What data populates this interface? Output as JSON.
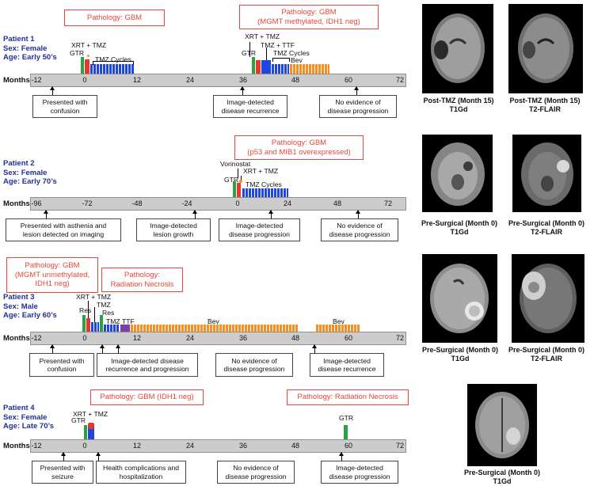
{
  "months_label": "Months",
  "patients": [
    {
      "info": [
        "Patient 1",
        "Sex: Female",
        "Age: Early 50’s"
      ],
      "ticks": [
        "-12",
        "0",
        "12",
        "24",
        "36",
        "48",
        "60",
        "72"
      ],
      "pathology": [
        [
          "Pathology: GBM"
        ],
        [
          "Pathology: GBM",
          "(MGMT methylated, IDH1 neg)"
        ]
      ],
      "treatments": [
        "GTR",
        "XRT + TMZ",
        "TMZ Cycles",
        "GTR",
        "XRT + TMZ",
        "TMZ + TTF",
        "TMZ Cycles",
        "Bev"
      ],
      "events": [
        [
          "Presented with",
          "confusion"
        ],
        [
          "Image-detected",
          "disease recurrence"
        ],
        [
          "No evidence of",
          "disease progression"
        ]
      ],
      "captions": [
        [
          "Post-TMZ (Month 15)",
          "T1Gd"
        ],
        [
          "Post-TMZ (Month 15)",
          "T2-FLAIR"
        ]
      ]
    },
    {
      "info": [
        "Patient 2",
        "Sex: Female",
        "Age: Early 70’s"
      ],
      "ticks": [
        "-96",
        "-72",
        "-48",
        "-24",
        "0",
        "24",
        "48",
        "72"
      ],
      "pathology": [
        [
          "Pathology: GBM",
          "(p53 and MIB1 overexpressed)"
        ]
      ],
      "treatments": [
        "Vorinostat",
        "XRT + TMZ",
        "GTR",
        "TMZ Cycles"
      ],
      "events": [
        [
          "Presented with asthenia and",
          "lesion detected on imaging"
        ],
        [
          "Image-detected",
          "lesion growth"
        ],
        [
          "Image-detected",
          "disease progression"
        ],
        [
          "No evidence of",
          "disease progression"
        ]
      ],
      "captions": [
        [
          "Pre-Surgical (Month 0)",
          "T1Gd"
        ],
        [
          "Pre-Surgical (Month 0)",
          "T2-FLAIR"
        ]
      ]
    },
    {
      "info": [
        "Patient 3",
        "Sex: Male",
        "Age: Early 60’s"
      ],
      "ticks": [
        "-12",
        "0",
        "12",
        "24",
        "36",
        "48",
        "60",
        "72"
      ],
      "pathology": [
        [
          "Pathology: GBM",
          "(MGMT unmethylated,",
          "IDH1 neg)"
        ],
        [
          "Pathology:",
          "Radiation Necrosis"
        ]
      ],
      "treatments": [
        "XRT + TMZ",
        "TMZ",
        "Res",
        "Res",
        "TMZ",
        "TTF",
        "Bev",
        "Bev"
      ],
      "events": [
        [
          "Presented with",
          "confusion"
        ],
        [
          "Image-detected disease",
          "recurrence and progression"
        ],
        [
          "No evidence of",
          "disease progression"
        ],
        [
          "Image-detected",
          "disease recurrence"
        ]
      ],
      "captions": [
        [
          "Pre-Surgical (Month 0)",
          "T1Gd"
        ],
        [
          "Pre-Surgical (Month 0)",
          "T2-FLAIR"
        ]
      ]
    },
    {
      "info": [
        "Patient 4",
        "Sex: Female",
        "Age: Late 70’s"
      ],
      "ticks": [
        "-12",
        "0",
        "12",
        "24",
        "36",
        "48",
        "60",
        "72"
      ],
      "pathology": [
        [
          "Pathology: GBM  (IDH1 neg)"
        ],
        [
          "Pathology: Radiation Necrosis"
        ]
      ],
      "treatments": [
        "XRT + TMZ",
        "GTR",
        "GTR"
      ],
      "events": [
        [
          "Presented with",
          "seizure"
        ],
        [
          "Health complications and",
          "hospitalization"
        ],
        [
          "No evidence of",
          "disease progression"
        ],
        [
          "Image-detected",
          "disease progression"
        ]
      ],
      "captions": [
        [
          "Pre-Surgical (Month 0)",
          "T1Gd"
        ]
      ]
    }
  ]
}
